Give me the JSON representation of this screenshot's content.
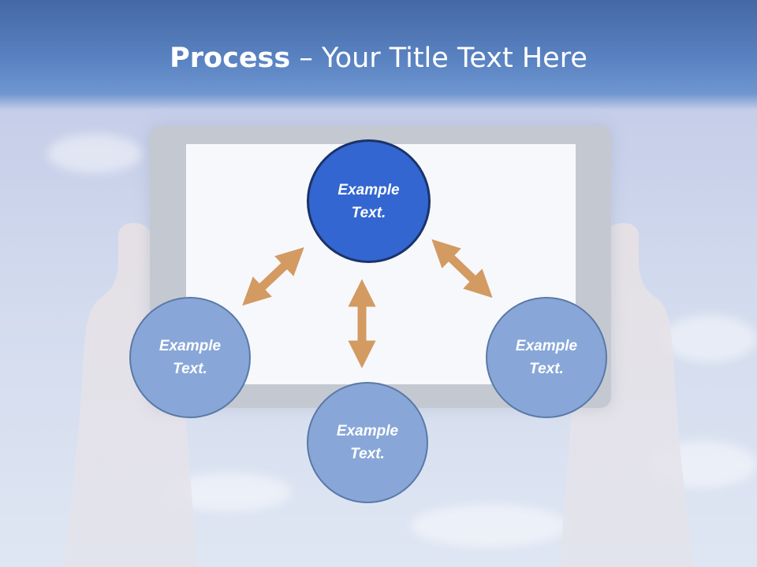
{
  "slide": {
    "title_bold": "Process",
    "title_rest": " – Your Title Text Here"
  },
  "diagram": {
    "nodes": [
      {
        "id": "top",
        "text": "Example Text.",
        "emphasis": true
      },
      {
        "id": "left",
        "text": "Example Text.",
        "emphasis": false
      },
      {
        "id": "right",
        "text": "Example Text.",
        "emphasis": false
      },
      {
        "id": "bottom",
        "text": "Example Text.",
        "emphasis": false
      }
    ],
    "edges": [
      {
        "from": "top",
        "to": "left",
        "style": "double-arrow"
      },
      {
        "from": "top",
        "to": "right",
        "style": "double-arrow"
      },
      {
        "from": "top",
        "to": "bottom",
        "style": "double-arrow"
      }
    ]
  },
  "colors": {
    "header_blue": "#4568a4",
    "main_circle": "#3366d0",
    "main_circle_border": "#1b3369",
    "circle": "#88a7d8",
    "circle_border": "#5b79a6",
    "arrow": "#d39a61"
  }
}
